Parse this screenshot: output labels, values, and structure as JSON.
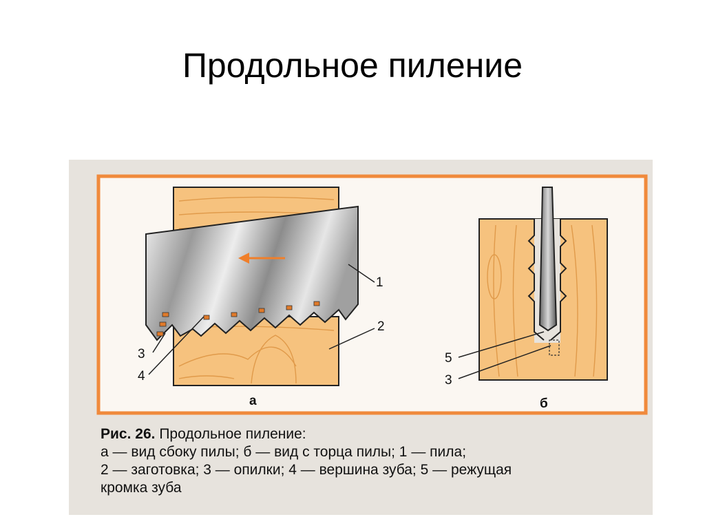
{
  "slide": {
    "title": "Продольное пиление"
  },
  "figure": {
    "labels": {
      "saw": "1",
      "workpiece": "2",
      "sawdust_a": "3",
      "tooth_tip": "4",
      "cutting_edge": "5",
      "sawdust_b": "3"
    },
    "subfig_a": "а",
    "subfig_b": "б",
    "caption": {
      "fig_number": "Рис. 26.",
      "title": "Продольное пиление:",
      "line2": "а — вид сбоку пилы; б — вид с торца пилы; 1 — пила;",
      "line3": "2 — заготовка; 3 — опилки; 4 — вершина зуба; 5 — режущая",
      "line4": "кромка зуба"
    },
    "colors": {
      "frame": "#f08a3c",
      "wood": "#f6c27e",
      "wood_grain": "#e09a4a",
      "saw": "#bdbdbd",
      "arrow": "#f07f2a"
    }
  }
}
